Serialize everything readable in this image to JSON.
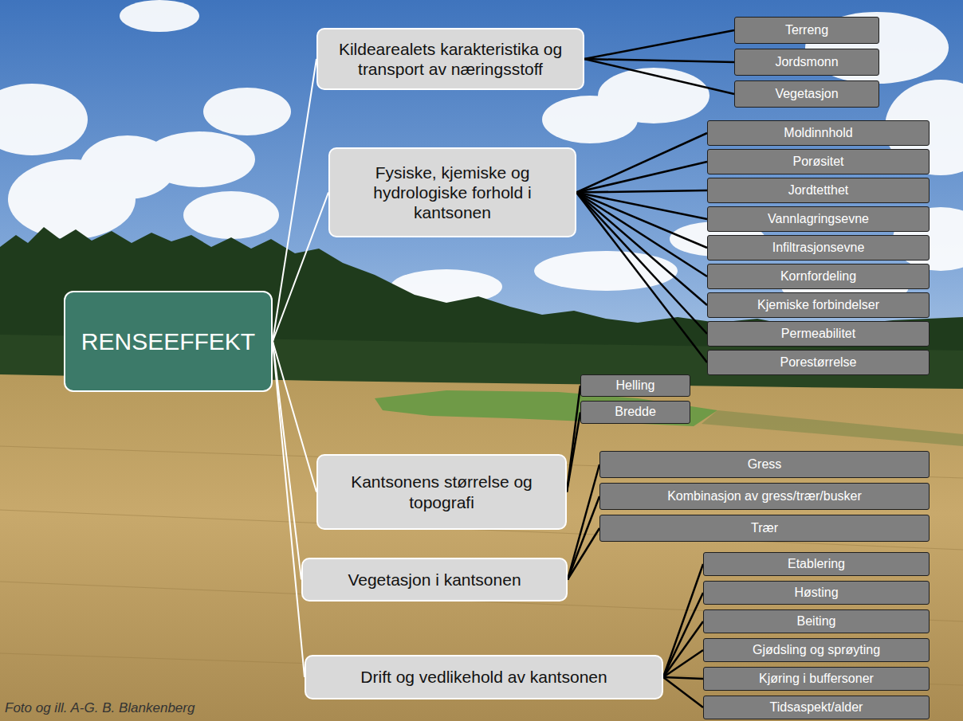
{
  "diagram": {
    "nodes": [
      {
        "text": [
          "RENSEEFFEKT"
        ]
      },
      {
        "text": [
          "Kildearealets karakteristika og transport av næringsstoff"
        ]
      },
      {
        "text": [
          "Terreng"
        ]
      },
      {
        "text": [
          "Jordsmonn"
        ]
      },
      {
        "text": [
          "Vegetasjon"
        ]
      },
      {
        "text": [
          "Fysiske, kjemiske og hydrologiske forhold i kantsonen"
        ]
      },
      {
        "text": [
          "Moldinnhold"
        ]
      },
      {
        "text": [
          "Porøsitet"
        ]
      },
      {
        "text": [
          "Jordtetthet"
        ]
      },
      {
        "text": [
          "Vannlagringsevne"
        ]
      },
      {
        "text": [
          "Infiltrasjonsevne"
        ]
      },
      {
        "text": [
          "Kornfordeling"
        ]
      },
      {
        "text": [
          "Kjemiske forbindelser"
        ]
      },
      {
        "text": [
          "Permeabilitet"
        ]
      },
      {
        "text": [
          "Porestørrelse"
        ]
      },
      {
        "text": [
          "Kantsonens størrelse og topografi"
        ]
      },
      {
        "text": [
          "Helling"
        ]
      },
      {
        "text": [
          "Bredde"
        ]
      },
      {
        "text": [
          "Vegetasjon i kantsonen"
        ]
      },
      {
        "text": [
          "Gress"
        ]
      },
      {
        "text": [
          "Kombinasjon av gress/trær/busker"
        ]
      },
      {
        "text": [
          "Trær"
        ]
      },
      {
        "text": [
          "Drift og vedlikehold av kantsonen"
        ]
      },
      {
        "text": [
          "Etablering"
        ]
      },
      {
        "text": [
          "Høsting"
        ]
      },
      {
        "text": [
          "Beiting"
        ]
      },
      {
        "text": [
          "Gjødsling og sprøyting"
        ]
      },
      {
        "text": [
          "Kjøring i buffersoner"
        ]
      },
      {
        "text": [
          "Tidsaspekt/alder"
        ]
      }
    ],
    "edges": [
      {
        "from": 0,
        "to": 1,
        "arrow": "none"
      },
      {
        "from": 0,
        "to": 5,
        "arrow": "none"
      },
      {
        "from": 0,
        "to": 15,
        "arrow": "none"
      },
      {
        "from": 0,
        "to": 18,
        "arrow": "none"
      },
      {
        "from": 0,
        "to": 22,
        "arrow": "none"
      },
      {
        "from": 1,
        "to": 2,
        "arrow": "none"
      },
      {
        "from": 1,
        "to": 3,
        "arrow": "none"
      },
      {
        "from": 1,
        "to": 4,
        "arrow": "none"
      },
      {
        "from": 5,
        "to": 6,
        "arrow": "none"
      },
      {
        "from": 5,
        "to": 7,
        "arrow": "none"
      },
      {
        "from": 5,
        "to": 8,
        "arrow": "none"
      },
      {
        "from": 5,
        "to": 9,
        "arrow": "none"
      },
      {
        "from": 5,
        "to": 10,
        "arrow": "none"
      },
      {
        "from": 5,
        "to": 11,
        "arrow": "none"
      },
      {
        "from": 5,
        "to": 12,
        "arrow": "none"
      },
      {
        "from": 5,
        "to": 13,
        "arrow": "none"
      },
      {
        "from": 5,
        "to": 14,
        "arrow": "none"
      },
      {
        "from": 15,
        "to": 16,
        "arrow": "none"
      },
      {
        "from": 15,
        "to": 17,
        "arrow": "none"
      },
      {
        "from": 18,
        "to": 19,
        "arrow": "none"
      },
      {
        "from": 18,
        "to": 20,
        "arrow": "none"
      },
      {
        "from": 18,
        "to": 21,
        "arrow": "none"
      },
      {
        "from": 22,
        "to": 23,
        "arrow": "none"
      },
      {
        "from": 22,
        "to": 24,
        "arrow": "none"
      },
      {
        "from": 22,
        "to": 25,
        "arrow": "none"
      },
      {
        "from": 22,
        "to": 26,
        "arrow": "none"
      },
      {
        "from": 22,
        "to": 27,
        "arrow": "none"
      },
      {
        "from": 22,
        "to": 28,
        "arrow": "none"
      }
    ],
    "labels": [
      "Foto og ill. A-G. B. Blankenberg"
    ]
  }
}
